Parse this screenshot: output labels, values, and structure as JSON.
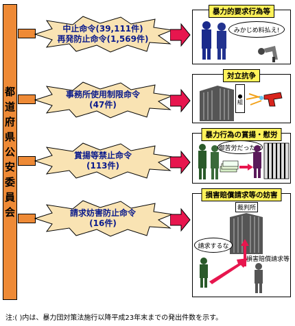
{
  "authority": {
    "chars": [
      "都",
      "道",
      "府",
      "県",
      "公",
      "安",
      "委",
      "員",
      "会"
    ]
  },
  "rows": [
    {
      "order_line1": "中止命令(39,111件)",
      "order_line2": "再発防止命令(1,569件)",
      "panel_title": "暴力的要求行為等",
      "speech": "みかじめ料払え!"
    },
    {
      "order_line1": "事務所使用制限命令",
      "order_line2": "(47件)",
      "panel_title": "対立抗争",
      "sign_label": "●組"
    },
    {
      "order_line1": "賞揚等禁止命令",
      "order_line2": "(113件)",
      "panel_title": "暴力行為の賞揚・慰労",
      "speech": "御苦労だったな"
    },
    {
      "order_line1": "請求妨害防止命令",
      "order_line2": "(16件)",
      "panel_title": "損害賠償請求等の妨害",
      "court_label": "裁判所",
      "speech": "請求するな",
      "claim_label": "損害賠償請求等"
    }
  ],
  "note": "注:( )内は、暴力団対策法施行以降平成23年末までの発出件数を示す。",
  "colors": {
    "bar": "#ee8a36",
    "burst": "#f9e3b3",
    "arrow": "#e7164e",
    "panel_title_bg": "#fff25a",
    "text_blue": "#0a1a8c"
  }
}
